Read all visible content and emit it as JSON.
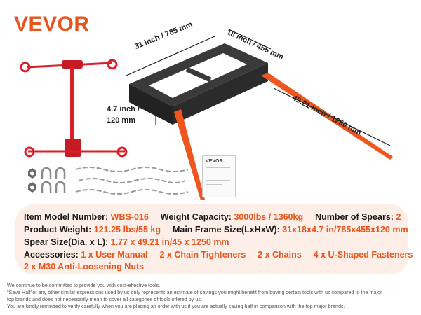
{
  "brand": {
    "name": "VEVOR",
    "color": "#e8541d"
  },
  "dimensions": {
    "length": "31 inch / 785 mm",
    "width": "18 inch / 455 mm",
    "height_line1": "4.7 inch /",
    "height_line2": "120 mm",
    "spear": "49.21 inch / 1250 mm"
  },
  "manual": {
    "logo": "VEVOR"
  },
  "specs": {
    "item_model_label": "Item Model Number:",
    "item_model_value": "WBS-016",
    "weight_capacity_label": "Weight Capacity:",
    "weight_capacity_value": "3000lbs / 1360kg",
    "spears_label": "Number of Spears:",
    "spears_value": "2",
    "product_weight_label": "Product Weight:",
    "product_weight_value": "121.25 lbs/55 kg",
    "frame_size_label": "Main Frame Size(LxHxW):",
    "frame_size_value": "31x18x4.7 in/785x455x120 mm",
    "spear_size_label": "Spear Size(Dia. x L):",
    "spear_size_value": "1.77 x 49.21 in/45 x 1250 mm",
    "accessories_label": "Accessories:",
    "acc1": "1 x User Manual",
    "acc2": "2 x Chain Tighteners",
    "acc3": "2 x Chains",
    "acc4": "4 x U-Shaped Fasteners",
    "acc5": "2 x M30 Anti-Loosening Nuts"
  },
  "disclaimer": {
    "line1": "We continue to be committed to provide you with cost-effective tools.",
    "line2": "\"Save Half\"or any other similar expressions used by us only represents an estimate of savings you might benefit from buying certain tools with us compared to the major",
    "line3": "top brands and does not necessarily mean to cover all categories of tools offered by us.",
    "line4": "You are kindly reminded to verify carefully when you are placing an order with us if you are actually saving half in comparison with the top major brands."
  },
  "colors": {
    "accent": "#e8541d",
    "panel": "#fdeee7",
    "chain_red": "#d8202a",
    "frame": "#2b2b2b",
    "spear": "#f0551e"
  }
}
